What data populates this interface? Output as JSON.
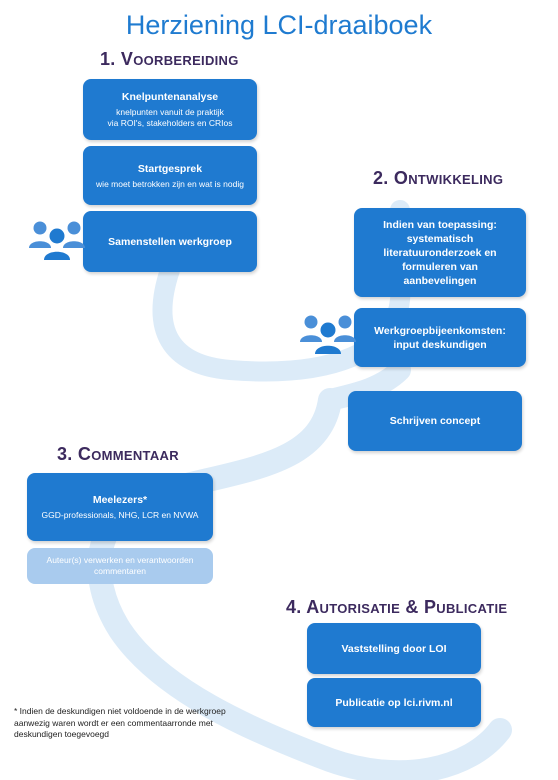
{
  "title": "Herziening LCI-draaiboek",
  "colors": {
    "accent": "#1f7ad0",
    "light_box": "#a9cbee",
    "ribbon": "#dcebf8",
    "section_heading": "#3c2a5e",
    "title": "#1f7bd0"
  },
  "sections": {
    "voorbereiding": {
      "heading": "1. Voorbereiding",
      "steps": [
        {
          "title": "Knelpuntenanalyse",
          "subtitle_line1": "knelpunten vanuit de praktijk",
          "subtitle_line2": "via ROI's, stakeholders en CRIos"
        },
        {
          "title": "Startgesprek",
          "subtitle_line1": "wie moet betrokken zijn en wat is nodig"
        },
        {
          "title": "Samenstellen werkgroep",
          "icon": "people-group-icon"
        }
      ]
    },
    "ontwikkeling": {
      "heading": "2. Ontwikkeling",
      "steps": [
        {
          "line1": "Indien van toepassing:",
          "line2": "systematisch",
          "line3": "literatuuronderzoek en",
          "line4": "formuleren van",
          "line5": "aanbevelingen"
        },
        {
          "line1": "Werkgroepbijeenkomsten:",
          "line2": "input deskundigen",
          "icon": "people-group-icon"
        },
        {
          "title": "Schrijven concept"
        }
      ]
    },
    "commentaar": {
      "heading": "3. Commentaar",
      "steps": [
        {
          "title": "Meelezers*",
          "subtitle_line1": "GGD-professionals, NHG, LCR en NVWA"
        },
        {
          "line1": "Auteur(s) verwerken en verantwoorden",
          "line2": "commentaren"
        }
      ]
    },
    "autorisatie": {
      "heading": "4. Autorisatie & Publicatie",
      "steps": [
        {
          "title": "Vaststelling door LOI"
        },
        {
          "title": "Publicatie op lci.rivm.nl"
        }
      ]
    }
  },
  "footnote": {
    "line1": "* Indien de deskundigen niet voldoende in de werkgroep",
    "line2": "aanwezig waren wordt er een commentaarronde met",
    "line3": "deskundigen toegevoegd"
  }
}
